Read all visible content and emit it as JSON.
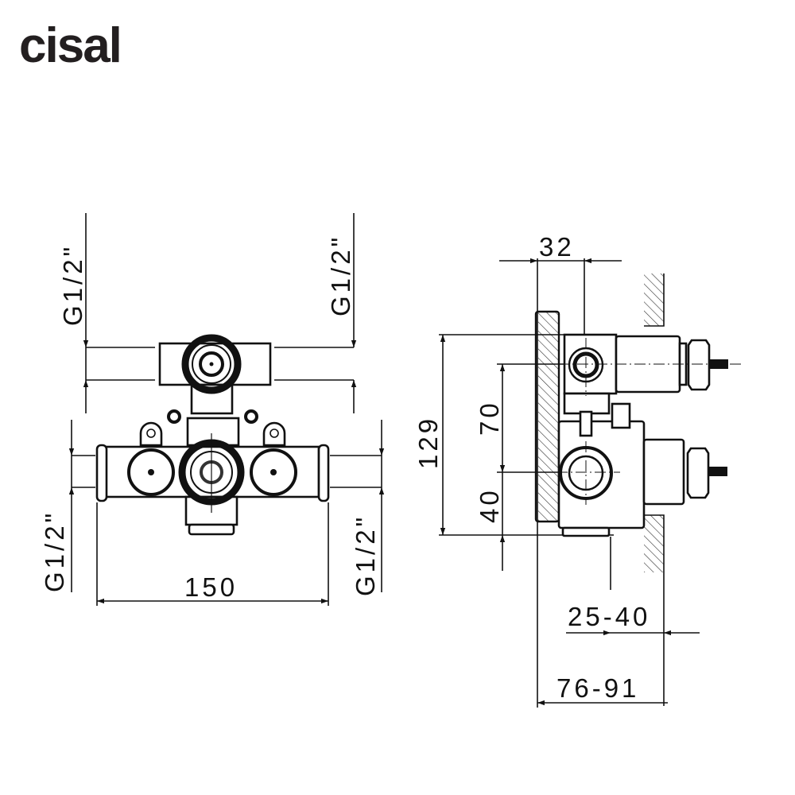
{
  "brand": {
    "logo_text": "cisal"
  },
  "front_view": {
    "top_inlet_left_label": "G1/2\"",
    "top_inlet_right_label": "G1/2\"",
    "bottom_outlet_left_label": "G1/2\"",
    "bottom_outlet_right_label": "G1/2\"",
    "width_label": "150"
  },
  "side_view": {
    "plate_depth_label": "32",
    "height_label": "129",
    "upper_spacing_label": "70",
    "lower_spacing_label": "40",
    "wall_range_label": "25-40",
    "total_depth_label": "76-91"
  }
}
